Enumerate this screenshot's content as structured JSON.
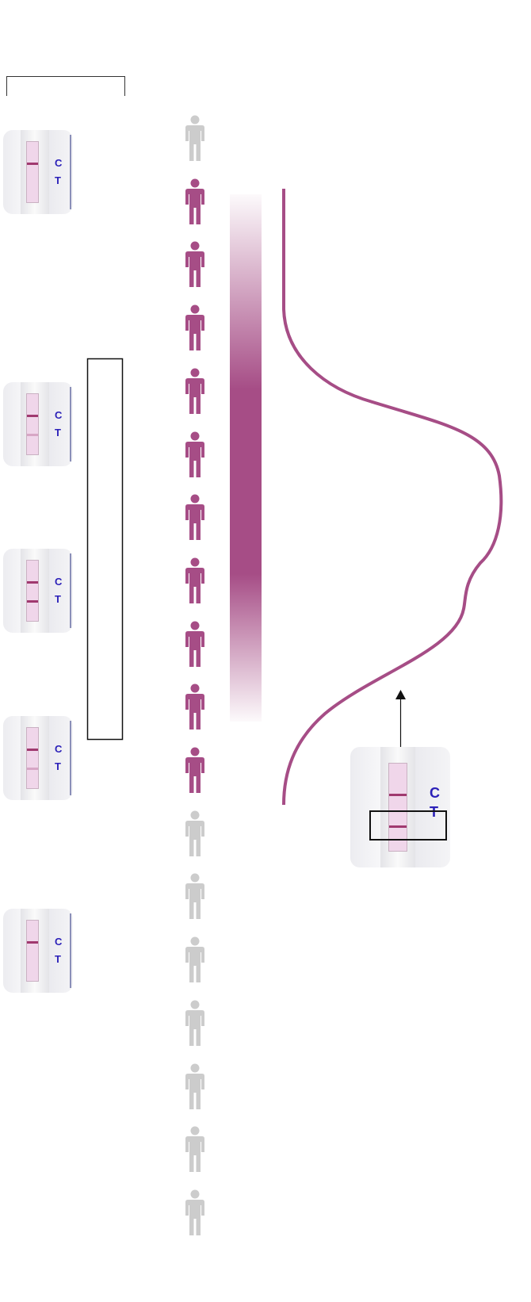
{
  "colors": {
    "positive": "#a64d86",
    "negative": "#cccccc",
    "curve": "#a64d86",
    "test_line": "#a0396f",
    "test_label": "#2b20b8"
  },
  "tests": [
    {
      "c_label": "C",
      "t_label": "T",
      "control_line": true,
      "test_line_intensity": 0
    },
    {
      "c_label": "C",
      "t_label": "T",
      "control_line": true,
      "test_line_intensity": 0.3
    },
    {
      "c_label": "C",
      "t_label": "T",
      "control_line": true,
      "test_line_intensity": 1
    },
    {
      "c_label": "C",
      "t_label": "T",
      "control_line": true,
      "test_line_intensity": 0.3
    },
    {
      "c_label": "C",
      "t_label": "T",
      "control_line": true,
      "test_line_intensity": 0
    }
  ],
  "detail_test": {
    "c_label": "C",
    "t_label": "T",
    "control_line": true,
    "test_line_intensity": 1
  },
  "people": [
    "negative",
    "positive",
    "positive",
    "positive",
    "positive",
    "positive",
    "positive",
    "positive",
    "positive",
    "positive",
    "positive",
    "negative",
    "negative",
    "negative",
    "negative",
    "negative",
    "negative",
    "negative"
  ]
}
